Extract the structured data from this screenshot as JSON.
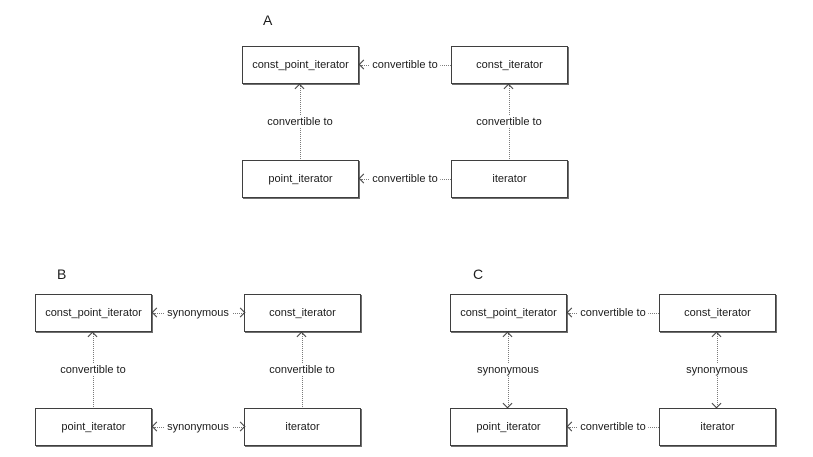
{
  "colors": {
    "background": "#ffffff",
    "box_border": "#3f3f3f",
    "dotted_line": "#7a7a7a",
    "text": "#1c1c1c"
  },
  "diagrams": [
    {
      "label": "A",
      "boxes": {
        "top_left": "const_point_iterator",
        "top_right": "const_iterator",
        "bottom_left": "point_iterator",
        "bottom_right": "iterator"
      },
      "edges": {
        "top_horizontal": {
          "label": "convertible to",
          "arrows": "left"
        },
        "bottom_horizontal": {
          "label": "convertible to",
          "arrows": "left"
        },
        "left_vertical": {
          "label": "convertible to",
          "arrows": "up"
        },
        "right_vertical": {
          "label": "convertible to",
          "arrows": "up"
        }
      }
    },
    {
      "label": "B",
      "boxes": {
        "top_left": "const_point_iterator",
        "top_right": "const_iterator",
        "bottom_left": "point_iterator",
        "bottom_right": "iterator"
      },
      "edges": {
        "top_horizontal": {
          "label": "synonymous",
          "arrows": "both"
        },
        "bottom_horizontal": {
          "label": "synonymous",
          "arrows": "both"
        },
        "left_vertical": {
          "label": "convertible to",
          "arrows": "up"
        },
        "right_vertical": {
          "label": "convertible to",
          "arrows": "up"
        }
      }
    },
    {
      "label": "C",
      "boxes": {
        "top_left": "const_point_iterator",
        "top_right": "const_iterator",
        "bottom_left": "point_iterator",
        "bottom_right": "iterator"
      },
      "edges": {
        "top_horizontal": {
          "label": "convertible to",
          "arrows": "left"
        },
        "bottom_horizontal": {
          "label": "convertible to",
          "arrows": "left"
        },
        "left_vertical": {
          "label": "synonymous",
          "arrows": "both"
        },
        "right_vertical": {
          "label": "synonymous",
          "arrows": "both"
        }
      }
    }
  ]
}
